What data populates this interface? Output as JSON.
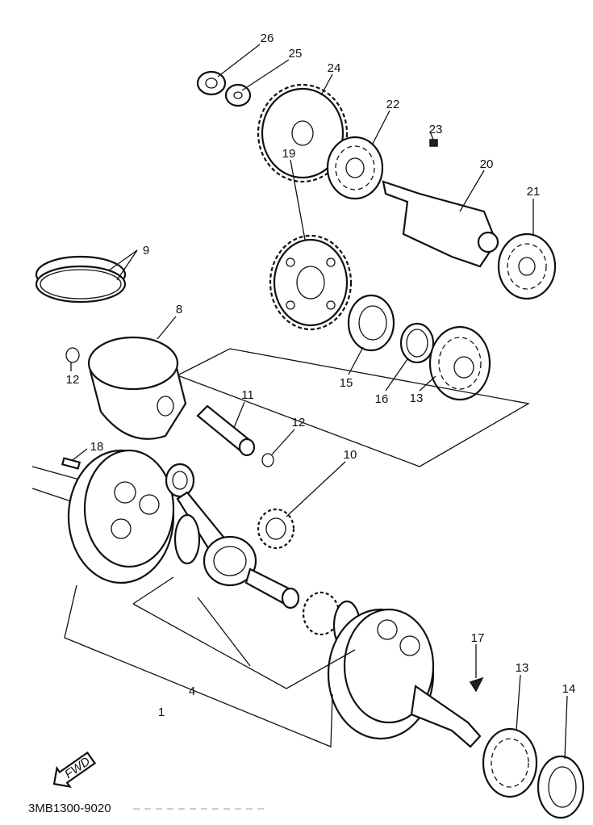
{
  "diagram": {
    "callouts": [
      "26",
      "25",
      "24",
      "22",
      "23",
      "20",
      "21",
      "19",
      "9",
      "8",
      "12",
      "11",
      "12",
      "15",
      "16",
      "13",
      "18",
      "10",
      "4",
      "1",
      "17",
      "13",
      "14"
    ],
    "direction_marker": "FWD",
    "drawing_code": "3MB1300-9020"
  }
}
